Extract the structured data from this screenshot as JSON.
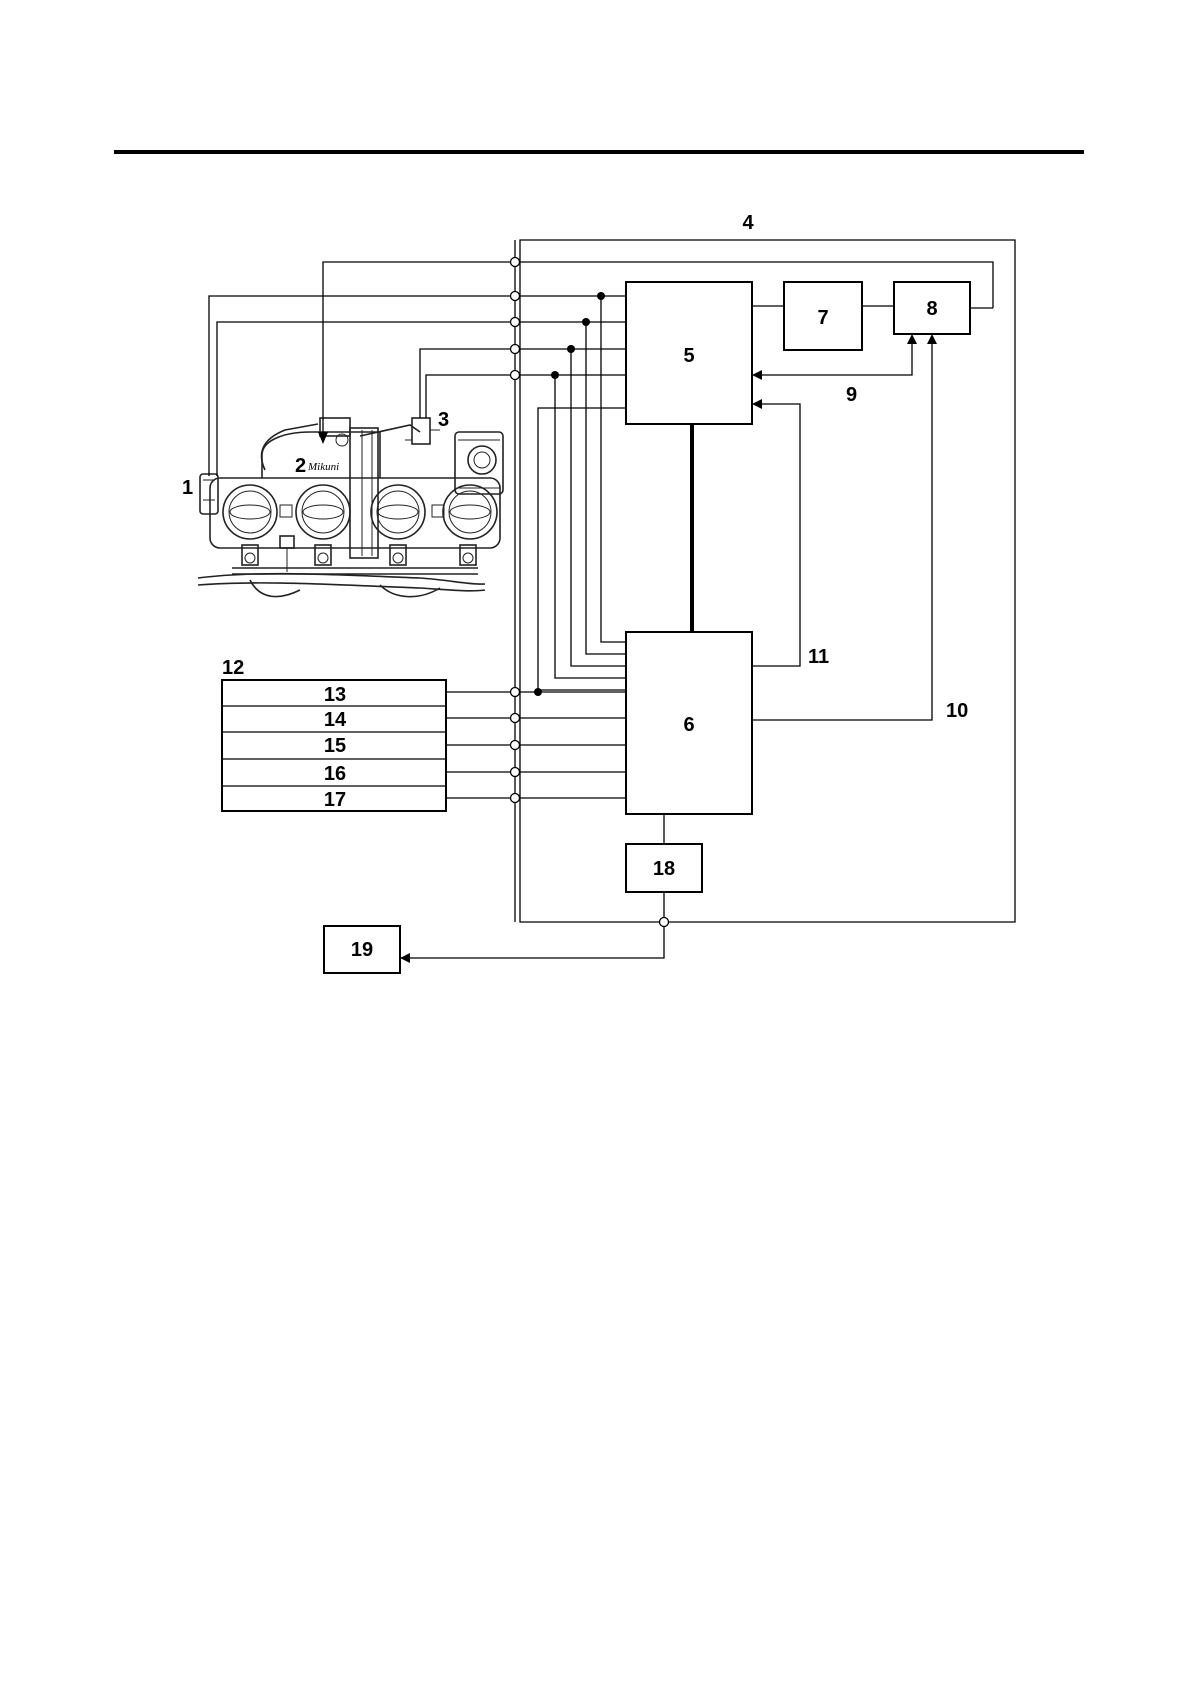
{
  "callouts": {
    "c1": "1",
    "c2": "2",
    "c3": "3",
    "c4": "4",
    "c9": "9",
    "c10": "10",
    "c11": "11",
    "c12": "12"
  },
  "boxes": {
    "b5": "5",
    "b6": "6",
    "b7": "7",
    "b8": "8",
    "b18": "18",
    "b19": "19"
  },
  "input_block": {
    "rows": [
      "13",
      "14",
      "15",
      "16",
      "17"
    ]
  },
  "illustration": {
    "brand_mark": "Mikuni"
  }
}
